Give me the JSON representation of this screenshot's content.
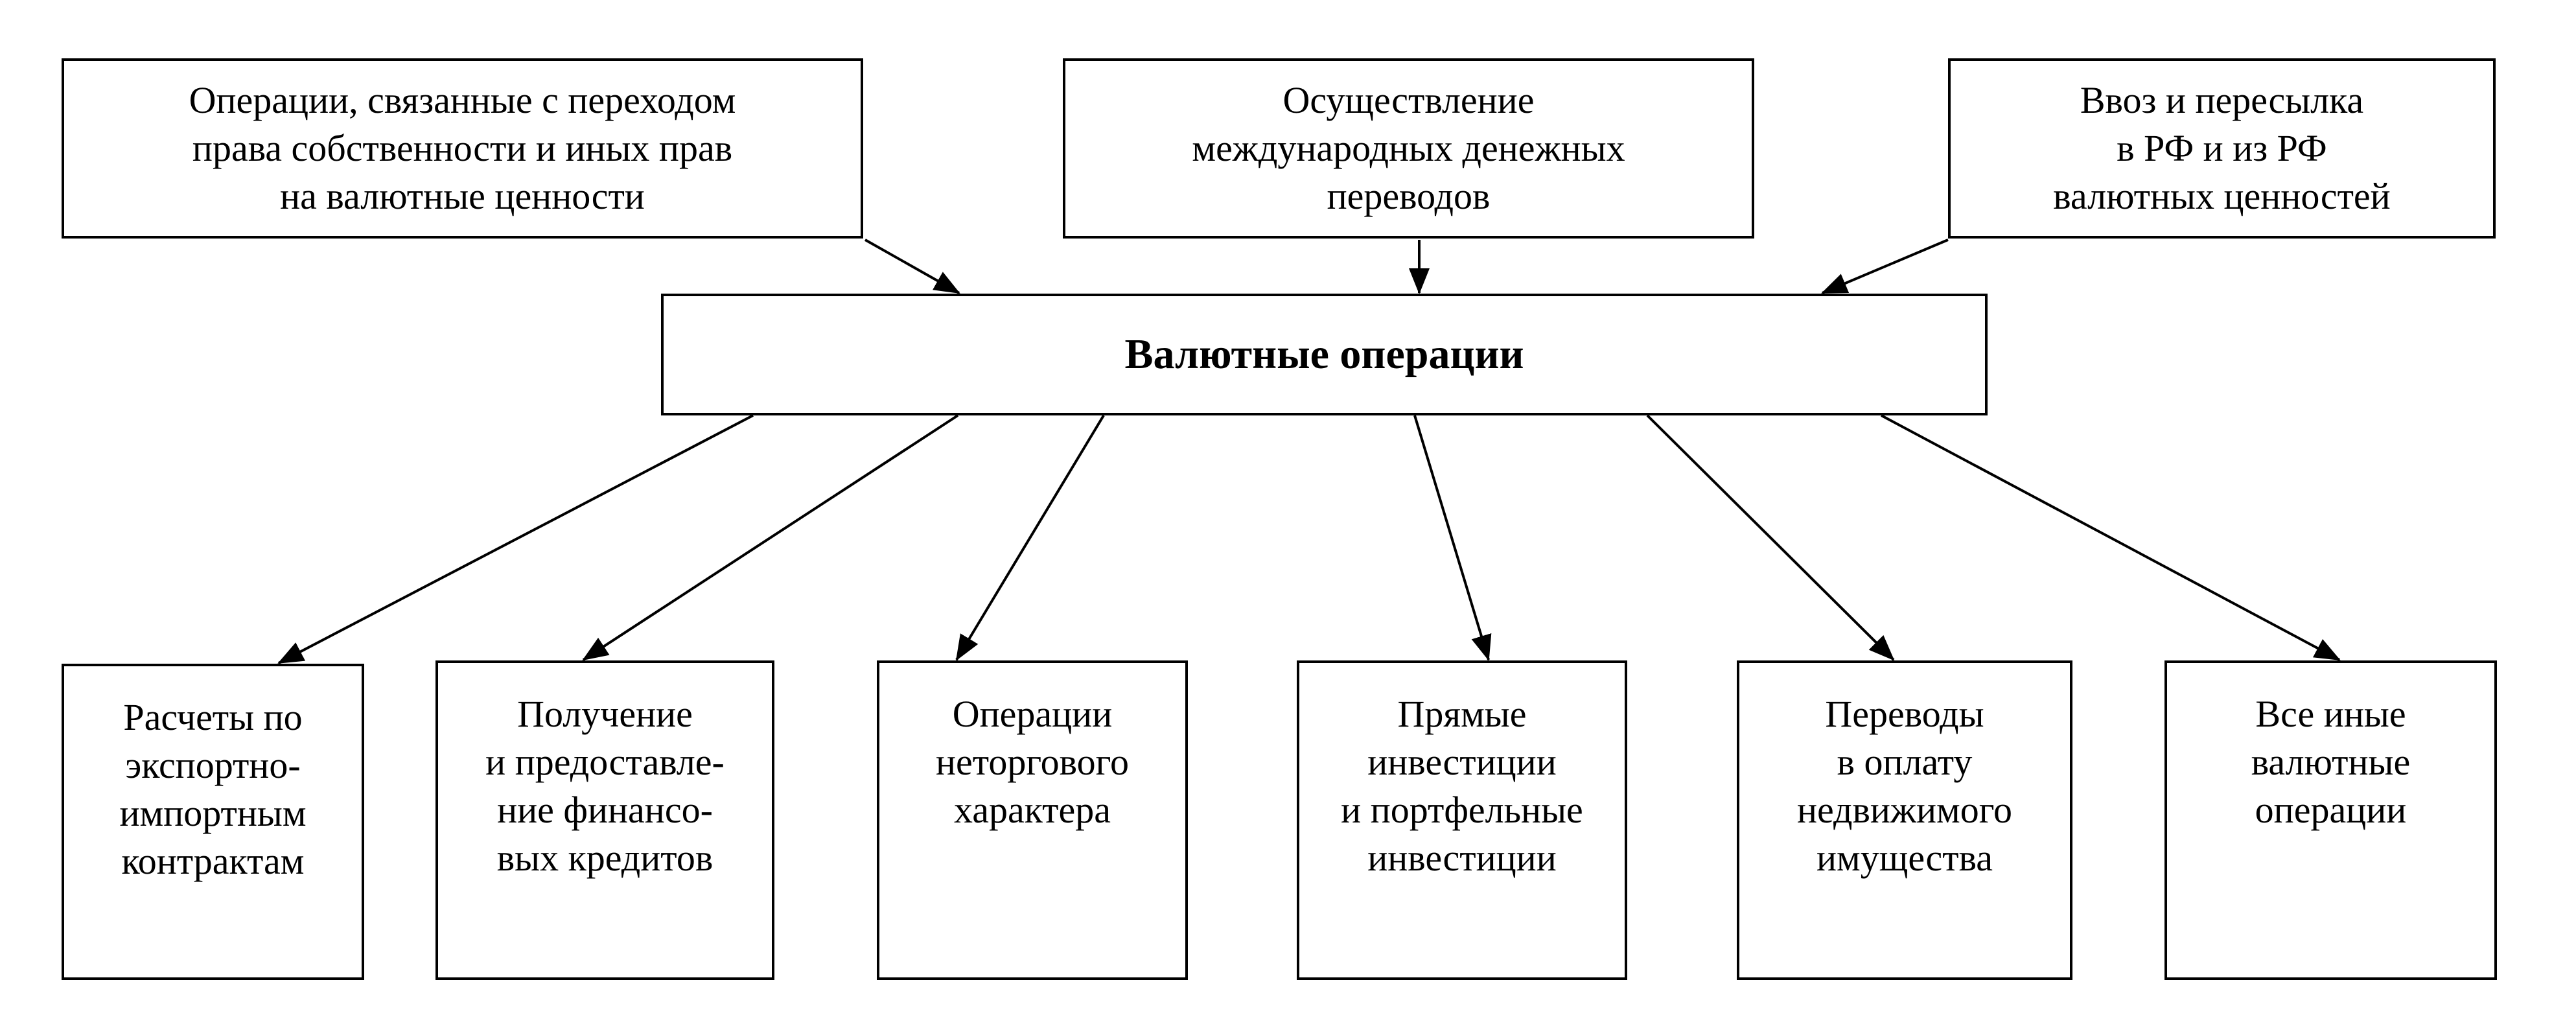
{
  "center": {
    "label": "Валютные операции"
  },
  "sources": [
    {
      "label": "Операции, связанные с переходом\nправа собственности и иных прав\nна валютные ценности"
    },
    {
      "label": "Осуществление\nмеждународных денежных\nпереводов"
    },
    {
      "label": "Ввоз и пересылка\nв РФ и из РФ\nвалютных ценностей"
    }
  ],
  "types": [
    {
      "label": "Расчеты по\nэкспортно-\nимпортным\nконтрактам"
    },
    {
      "label": "Получение\nи предоставле-\nние финансо-\nвых кредитов"
    },
    {
      "label": "Операции\nнеторгового\nхарактера"
    },
    {
      "label": "Прямые\nинвестиции\nи портфельные\nинвестиции"
    },
    {
      "label": "Переводы\nв оплату\nнедвижимого\nимущества"
    },
    {
      "label": "Все иные\nвалютные\nоперации"
    }
  ]
}
